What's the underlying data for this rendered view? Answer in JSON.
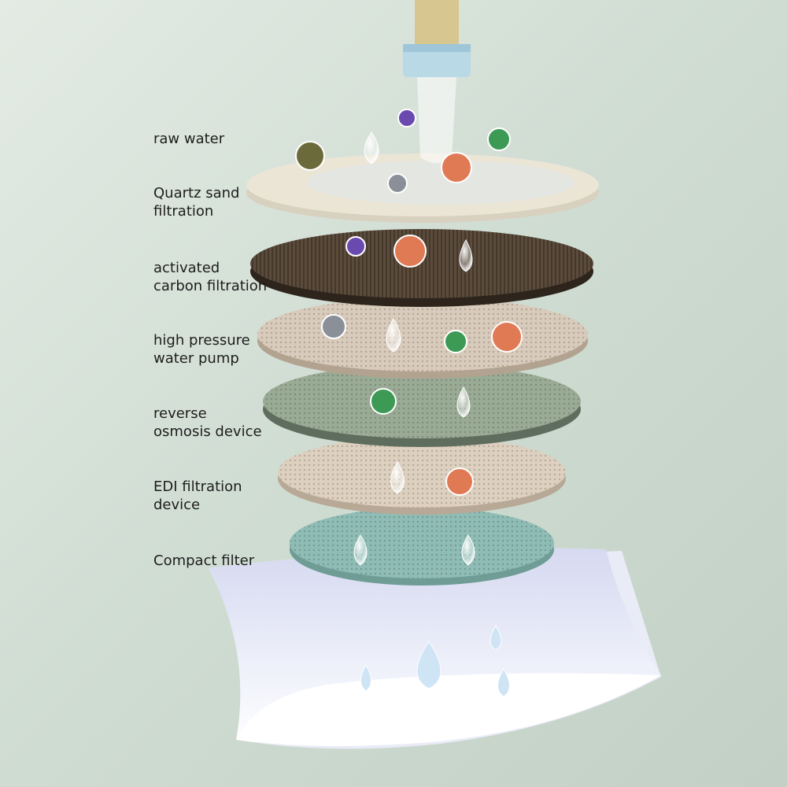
{
  "labels": [
    {
      "lines": [
        "raw water"
      ]
    },
    {
      "lines": [
        "Quartz sand",
        "filtration"
      ]
    },
    {
      "lines": [
        "activated",
        "carbon filtration"
      ]
    },
    {
      "lines": [
        "high pressure",
        "water pump"
      ]
    },
    {
      "lines": [
        "reverse",
        "osmosis device"
      ]
    },
    {
      "lines": [
        "EDI filtration",
        "device"
      ]
    },
    {
      "lines": [
        "Compact filter"
      ]
    }
  ],
  "colors": {
    "background": "#d6e1d8",
    "pipe": "#d8c690",
    "pipe_ring": "#b9d9e6",
    "quartz_sand": "#ebe5d6",
    "activated_carbon": "#5b4b3b",
    "high_pressure": "#d9cbbb",
    "reverse_osmosis": "#9aab95",
    "edi": "#ddd0bf",
    "compact": "#8fbdb5",
    "paper": "#f4f5fb"
  }
}
